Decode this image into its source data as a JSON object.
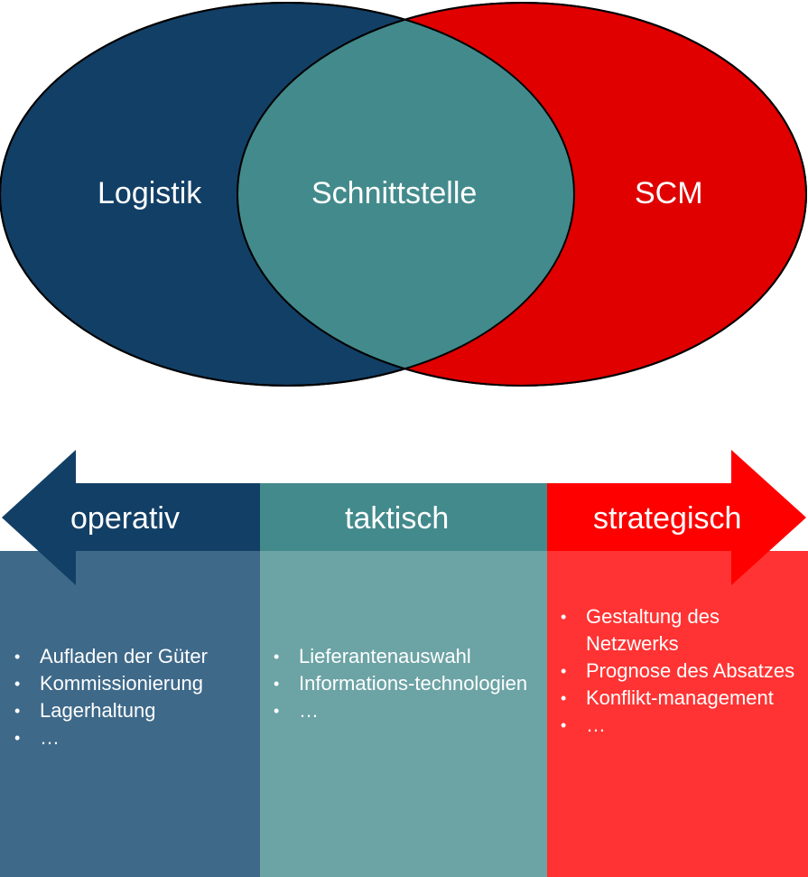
{
  "venn": {
    "left": {
      "label": "Logistik",
      "color": "#123f66"
    },
    "overlap": {
      "label": "Schnittstelle",
      "color": "#438a8c"
    },
    "right": {
      "label": "SCM",
      "color": "#e00000"
    }
  },
  "levels": {
    "operativ": {
      "label": "operativ",
      "header_color": "#123f66",
      "body_color": "#3e6989",
      "items": [
        "Aufladen der Güter",
        "Kommissionierung",
        "Lagerhaltung",
        "…"
      ]
    },
    "taktisch": {
      "label": "taktisch",
      "header_color": "#438a8c",
      "body_color": "#6ca3a5",
      "items": [
        "Lieferantenauswahl",
        "Informations-technologien",
        "…"
      ]
    },
    "strategisch": {
      "label": "strategisch",
      "header_color": "#ff0000",
      "body_color": "#ff3333",
      "items": [
        "Gestaltung des Netzwerks",
        "Prognose des Absatzes",
        " Konflikt-management",
        "…"
      ]
    }
  }
}
